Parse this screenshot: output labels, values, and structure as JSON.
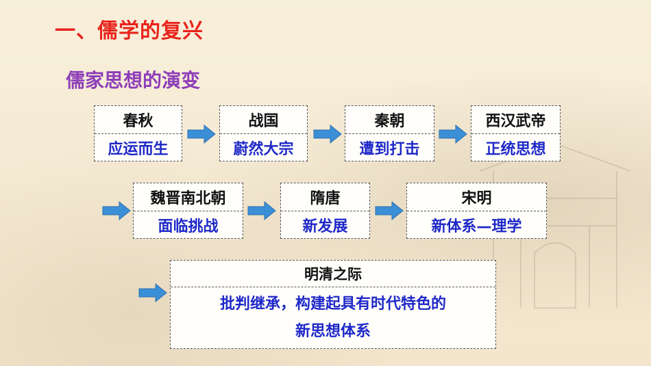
{
  "title": "一、儒学的复兴",
  "subtitle": "儒家思想的演变",
  "stages": [
    {
      "period": "春秋",
      "desc": "应运而生"
    },
    {
      "period": "战国",
      "desc": "蔚然大宗"
    },
    {
      "period": "秦朝",
      "desc": "遭到打击"
    },
    {
      "period": "西汉武帝",
      "desc": "正统思想"
    },
    {
      "period": "魏晋南北朝",
      "desc": "面临挑战"
    },
    {
      "period": "隋唐",
      "desc": "新发展"
    },
    {
      "period": "宋明",
      "desc": "新体系—理学"
    }
  ],
  "final_stage": {
    "period": "明清之际",
    "desc_line1": "批判继承，构建起具有时代特色的",
    "desc_line2": "新思想体系"
  },
  "colors": {
    "title": "#e8231b",
    "subtitle": "#8d3db8",
    "desc": "#1e28c8",
    "arrow": "#3b8fd6"
  }
}
